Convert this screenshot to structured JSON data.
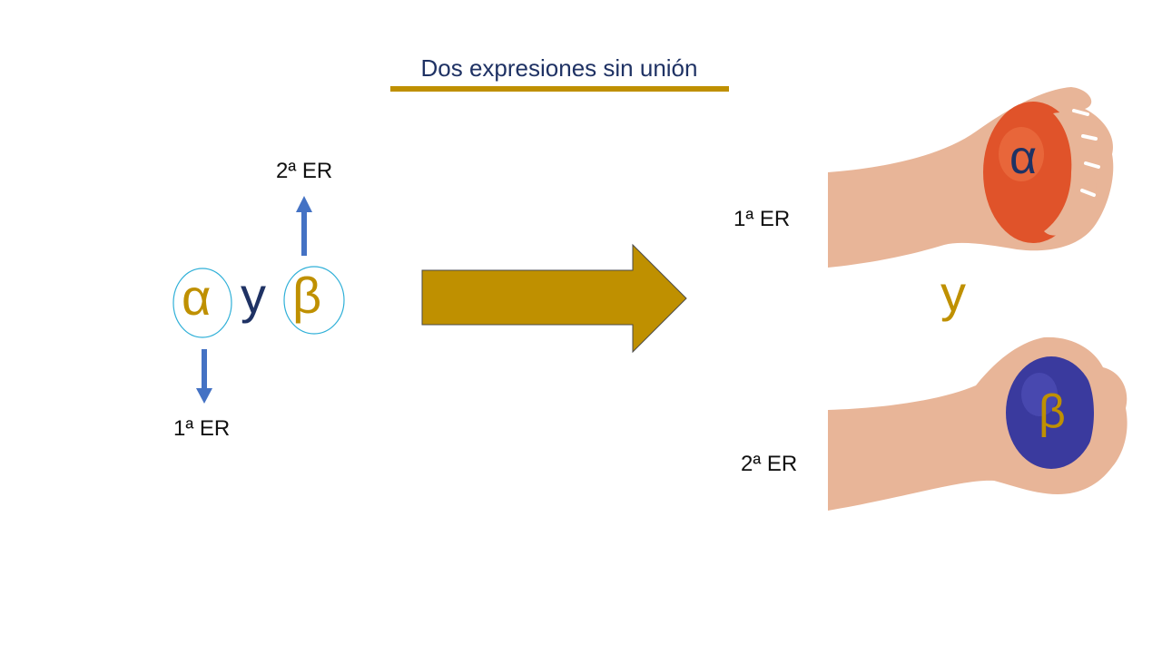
{
  "title": "Dos expresiones sin unión",
  "left": {
    "alpha": "α",
    "conjunction": "y",
    "beta": "β",
    "label_top": "2ª ER",
    "label_bottom": "1ª ER"
  },
  "right": {
    "label_first": "1ª ER",
    "conjunction": "y",
    "label_second": "2ª ER",
    "ball_top_symbol": "α",
    "ball_bottom_symbol": "β"
  },
  "colors": {
    "gold": "#bf9000",
    "navy": "#1f3264",
    "arrow_blue": "#4472c4",
    "circle": "#30b0d8",
    "ball_red": "#e0532a",
    "ball_blue": "#3a3a9e",
    "skin": "#e8b598"
  }
}
